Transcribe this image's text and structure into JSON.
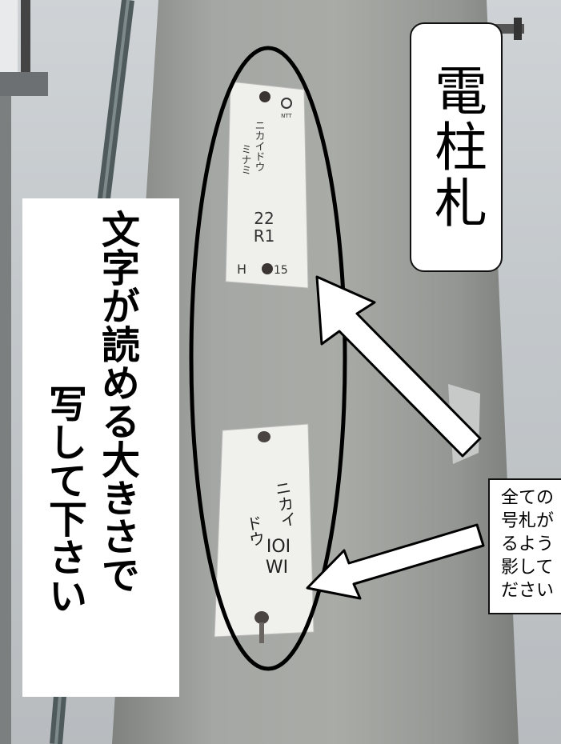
{
  "callout_title": "電柱札",
  "left_text": {
    "line1": "文字が読める大きさで",
    "line2": "写して下さい"
  },
  "note_lines": [
    "全ての",
    "号札が",
    "るよう",
    "影して",
    "ださい"
  ],
  "plate_top": {
    "kana_right": "ニカイドウ",
    "kana_left": "ミナミ",
    "number_line1": "22",
    "number_line2": "R1",
    "footer_left": "H",
    "footer_right": "15",
    "logo": "NTT"
  },
  "plate_bottom": {
    "kana_1": "ニカイ",
    "kana_2": "ドウ",
    "number_line1": "IOI",
    "number_line2": "WI"
  },
  "colors": {
    "sky": "#c7cbce",
    "pole": "#9a9d99",
    "plate": "#eeeeea",
    "ellipse": "#000000",
    "arrow": "#ffffff"
  }
}
